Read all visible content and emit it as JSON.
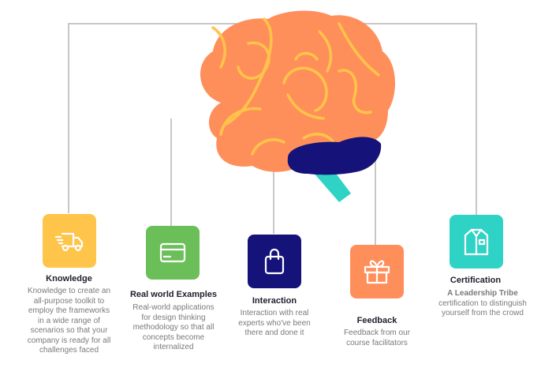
{
  "colors": {
    "brain": "#FF8F5A",
    "brain_folds": "#FFC44A",
    "cerebellum": "#15137A",
    "brainstem": "#2ED3C5",
    "connector_line": "#C8C8C8",
    "knowledge": "#FFC44A",
    "real_world": "#6BBF59",
    "interaction": "#15137A",
    "feedback": "#FF8F5A",
    "certification": "#2ED3C5"
  },
  "items": [
    {
      "key": "knowledge",
      "icon": "truck-icon",
      "title": "Knowledge",
      "desc_lines": [
        "Knowledge to create an",
        "all-purpose toolkit to",
        "employ the frameworks",
        "in a wide range of",
        "scenarios so that your",
        "company is ready for all",
        "challenges faced"
      ]
    },
    {
      "key": "real_world",
      "icon": "credit-card-icon",
      "title": "Real world Examples",
      "desc_lines": [
        "Real-world applications",
        "for design thinking",
        "methodology so that all",
        "concepts become",
        "internalized"
      ]
    },
    {
      "key": "interaction",
      "icon": "shopping-bag-icon",
      "title": "Interaction",
      "desc_lines": [
        "Interaction with real",
        "experts who've been",
        "there and done it"
      ]
    },
    {
      "key": "feedback",
      "icon": "gift-icon",
      "title": "Feedback",
      "desc_lines": [
        "Feedback from our",
        "course facilitators"
      ]
    },
    {
      "key": "certification",
      "icon": "shirt-icon",
      "title": "Certification",
      "desc_highlight": "A Leadership Tribe",
      "desc_lines": [
        "certification to distinguish",
        "yourself from the crowd"
      ]
    }
  ]
}
